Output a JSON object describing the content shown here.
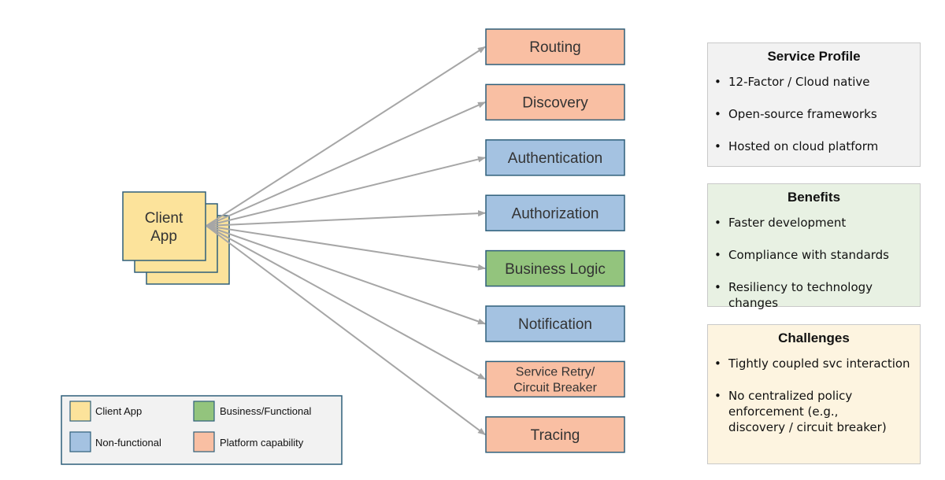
{
  "colors": {
    "client": "#fce39b",
    "functional": "#93c47d",
    "nonfunctional": "#a4c2e1",
    "platform": "#f9bfa3",
    "arrow": "#a6a6a6",
    "box_border": "#2e5f7a"
  },
  "client": {
    "label_line1": "Client",
    "label_line2": "App"
  },
  "capabilities": [
    {
      "name": "routing",
      "lines": [
        "Routing"
      ],
      "category": "platform"
    },
    {
      "name": "discovery",
      "lines": [
        "Discovery"
      ],
      "category": "platform"
    },
    {
      "name": "authentication",
      "lines": [
        "Authentication"
      ],
      "category": "nonfunctional"
    },
    {
      "name": "authorization",
      "lines": [
        "Authorization"
      ],
      "category": "nonfunctional"
    },
    {
      "name": "business-logic",
      "lines": [
        "Business Logic"
      ],
      "category": "functional"
    },
    {
      "name": "notification",
      "lines": [
        "Notification"
      ],
      "category": "nonfunctional"
    },
    {
      "name": "service-retry",
      "lines": [
        "Service Retry/",
        "Circuit Breaker"
      ],
      "category": "platform"
    },
    {
      "name": "tracing",
      "lines": [
        "Tracing"
      ],
      "category": "platform"
    }
  ],
  "legend": {
    "client_app": "Client App",
    "business_functional": "Business/Functional",
    "non_functional": "Non-functional",
    "platform_capability": "Platform capability"
  },
  "service_profile": {
    "title": "Service Profile",
    "items": [
      "12-Factor / Cloud native",
      "Open-source frameworks",
      "Hosted on cloud platform"
    ]
  },
  "benefits": {
    "title": "Benefits",
    "items": [
      "Faster development",
      "Compliance with standards",
      "Resiliency to technology changes"
    ]
  },
  "challenges": {
    "title": "Challenges",
    "items": [
      "Tightly coupled svc interaction",
      "No centralized policy enforcement (e.g., discovery / circuit breaker)"
    ]
  }
}
